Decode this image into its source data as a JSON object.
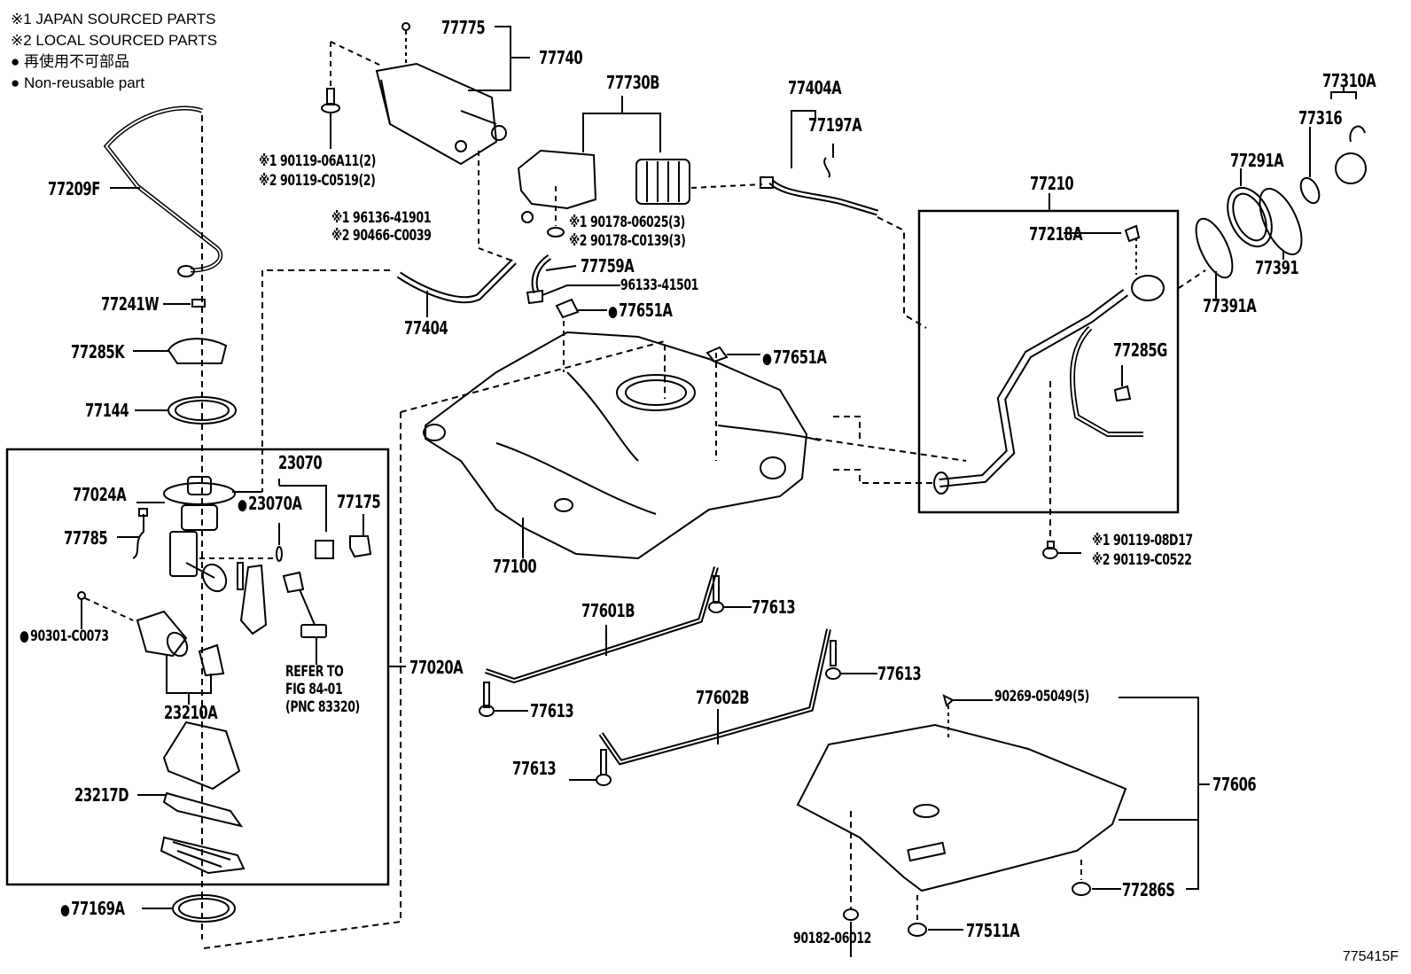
{
  "legend": {
    "note1": "※1 JAPAN SOURCED PARTS",
    "note2": "※2 LOCAL SOURCED PARTS",
    "nonreusable_jp": "● 再使用不可部品",
    "nonreusable_en": "● Non-reusable part"
  },
  "figure_id": "775415F",
  "parts": {
    "p77775": "77775",
    "p77740": "77740",
    "p77730B": "77730B",
    "bolt_canister_1": "※1 90119-06A11(2)",
    "bolt_canister_2": "※2 90119-C0519(2)",
    "clamp_1": "※1 96136-41901",
    "clamp_2": "※2 90466-C0039",
    "nut_1": "※1 90178-06025(3)",
    "nut_2": "※2 90178-C0139(3)",
    "p77759A": "77759A",
    "p96133_41501": "96133-41501",
    "p77651A_top": "77651A",
    "p77404": "77404",
    "p77404A": "77404A",
    "p77197A": "77197A",
    "p77310A": "77310A",
    "p77316": "77316",
    "p77291A": "77291A",
    "p77210": "77210",
    "p77218A": "77218A",
    "p77391": "77391",
    "p77391A": "77391A",
    "p77285G": "77285G",
    "p77651A_mid": "77651A",
    "p77209F": "77209F",
    "p77241W": "77241W",
    "p77285K": "77285K",
    "p77144": "77144",
    "p23070": "23070",
    "p77024A": "77024A",
    "p23070A": "23070A",
    "p77175": "77175",
    "p77785": "77785",
    "p90301_C0073": "90301-C0073",
    "refer_line1": "REFER TO",
    "refer_line2": "FIG 84-01",
    "refer_line3": "(PNC 83320)",
    "p23210A": "23210A",
    "p23217D": "23217D",
    "p77169A": "77169A",
    "p77020A": "77020A",
    "p77100": "77100",
    "p77601B": "77601B",
    "p77613_a": "77613",
    "p77613_b": "77613",
    "p77613_c": "77613",
    "p77613_d": "77613",
    "p77602B": "77602B",
    "bolt_filler_1": "※1  90119-08D17",
    "bolt_filler_2": "※2  90119-C0522",
    "p90269_05049": "90269-05049(5)",
    "p77606": "77606",
    "p77286S": "77286S",
    "p77511A": "77511A",
    "p90182_06012": "90182-06012"
  }
}
